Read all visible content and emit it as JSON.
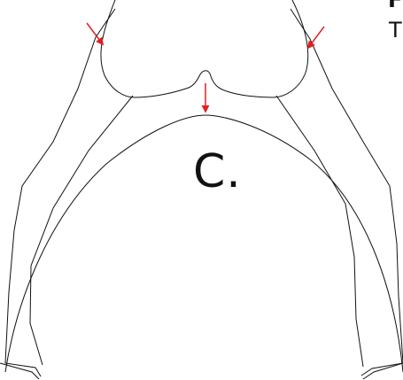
{
  "panel_label": "C.",
  "corner_text_top": "F",
  "corner_text_line2": "T",
  "colors": {
    "outline": "#111111",
    "arrow": "#e02020",
    "background": "#ffffff"
  },
  "arrows": [
    {
      "name": "left-arrow-icon",
      "direction": "down-right"
    },
    {
      "name": "center-arrow-icon",
      "direction": "down"
    },
    {
      "name": "right-arrow-icon",
      "direction": "down-left"
    }
  ]
}
